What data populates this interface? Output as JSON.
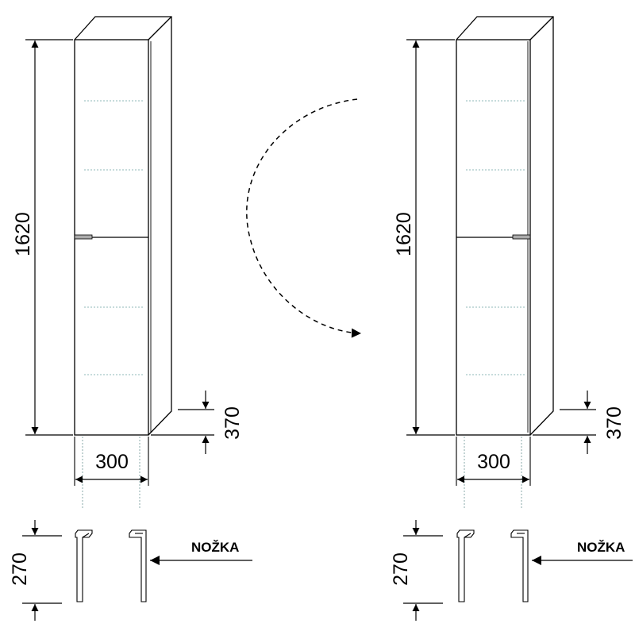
{
  "colors": {
    "line": "#000000",
    "shelf": "#8fb8b8",
    "guide": "#88aaaa",
    "handle": "#aaaaaa",
    "background": "#ffffff"
  },
  "icons": {
    "arrow": "arrowhead-icon",
    "rotation": "curved-arrow-icon",
    "leg": "leg-profile-icon"
  },
  "left_view": {
    "height_label": "1620",
    "width_label": "300",
    "depth_label": "370",
    "leg_height_label": "270",
    "leg_label": "NOŽKA"
  },
  "right_view": {
    "height_label": "1620",
    "width_label": "300",
    "depth_label": "370",
    "leg_height_label": "270",
    "leg_label": "NOŽKA"
  }
}
